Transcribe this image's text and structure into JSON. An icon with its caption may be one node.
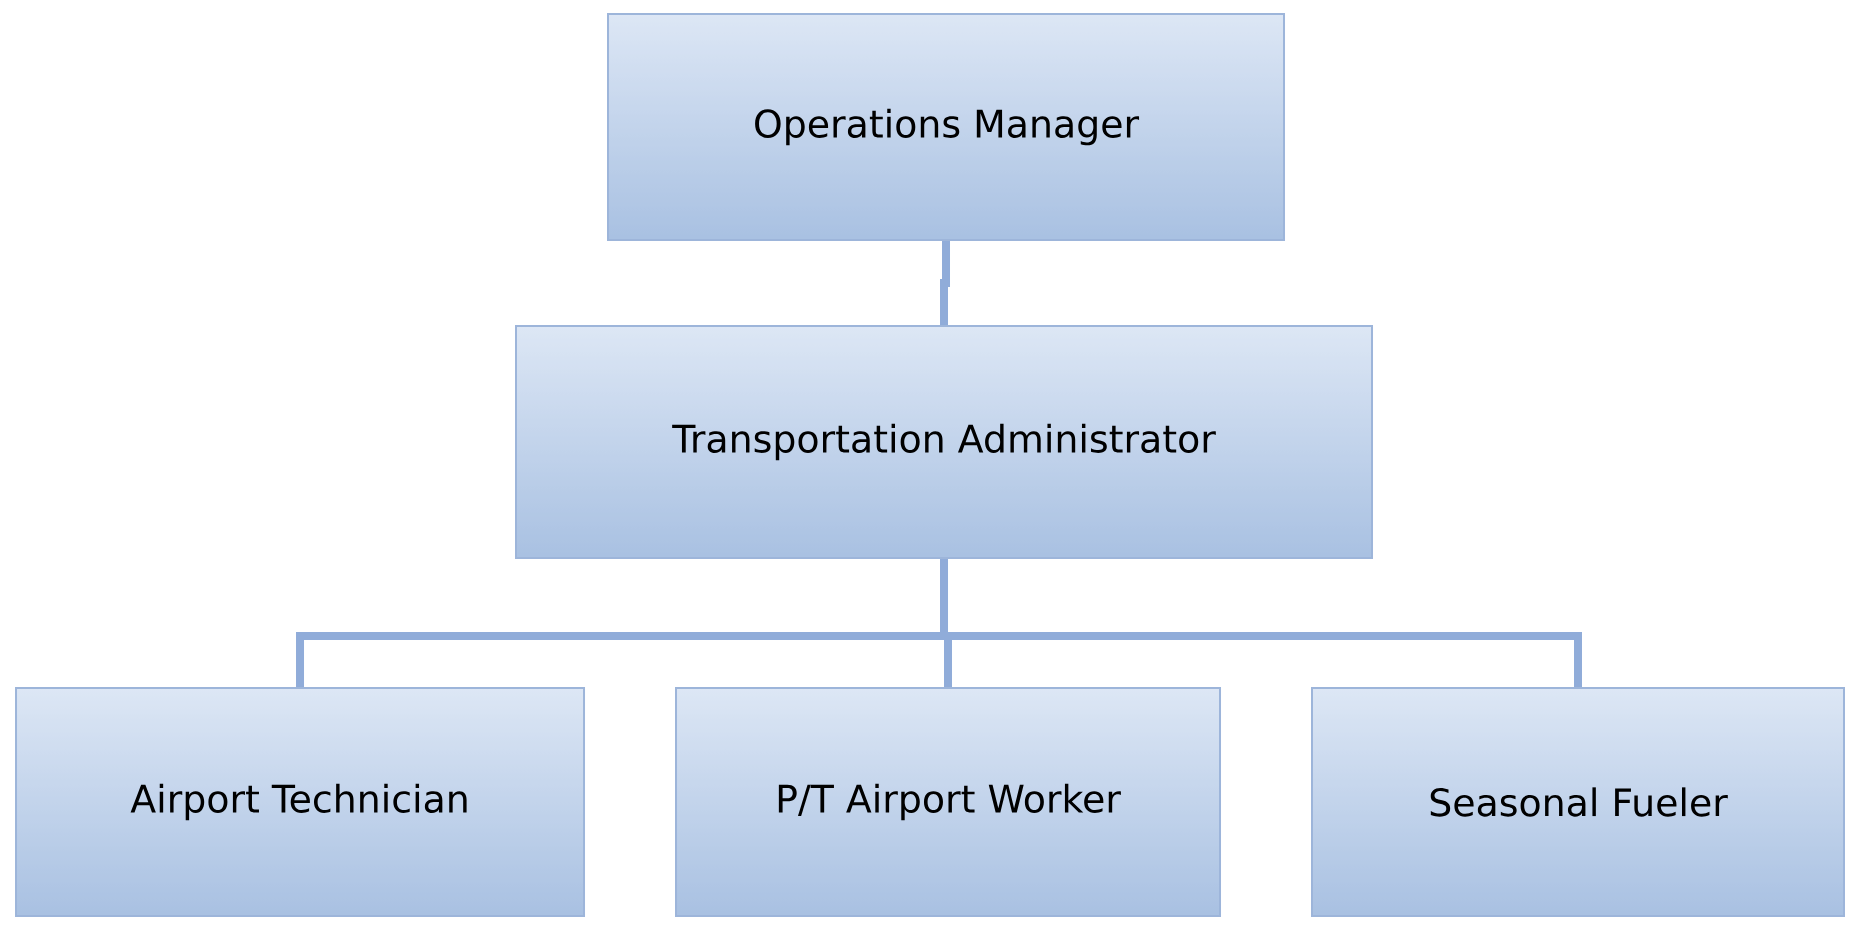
{
  "diagram": {
    "nodes": [
      {
        "text": [
          "Operations Manager"
        ]
      },
      {
        "text": [
          "Transportation Administrator"
        ]
      },
      {
        "text": [
          "Airport Technician"
        ]
      },
      {
        "text": [
          "P/T Airport Worker"
        ]
      },
      {
        "text": [
          "Seasonal Fueler"
        ]
      }
    ],
    "edges": [
      {
        "from": 0,
        "to": 1,
        "arrow": "none"
      },
      {
        "from": 1,
        "to": 2,
        "arrow": "none"
      },
      {
        "from": 1,
        "to": 3,
        "arrow": "none"
      },
      {
        "from": 1,
        "to": 4,
        "arrow": "none"
      }
    ]
  }
}
